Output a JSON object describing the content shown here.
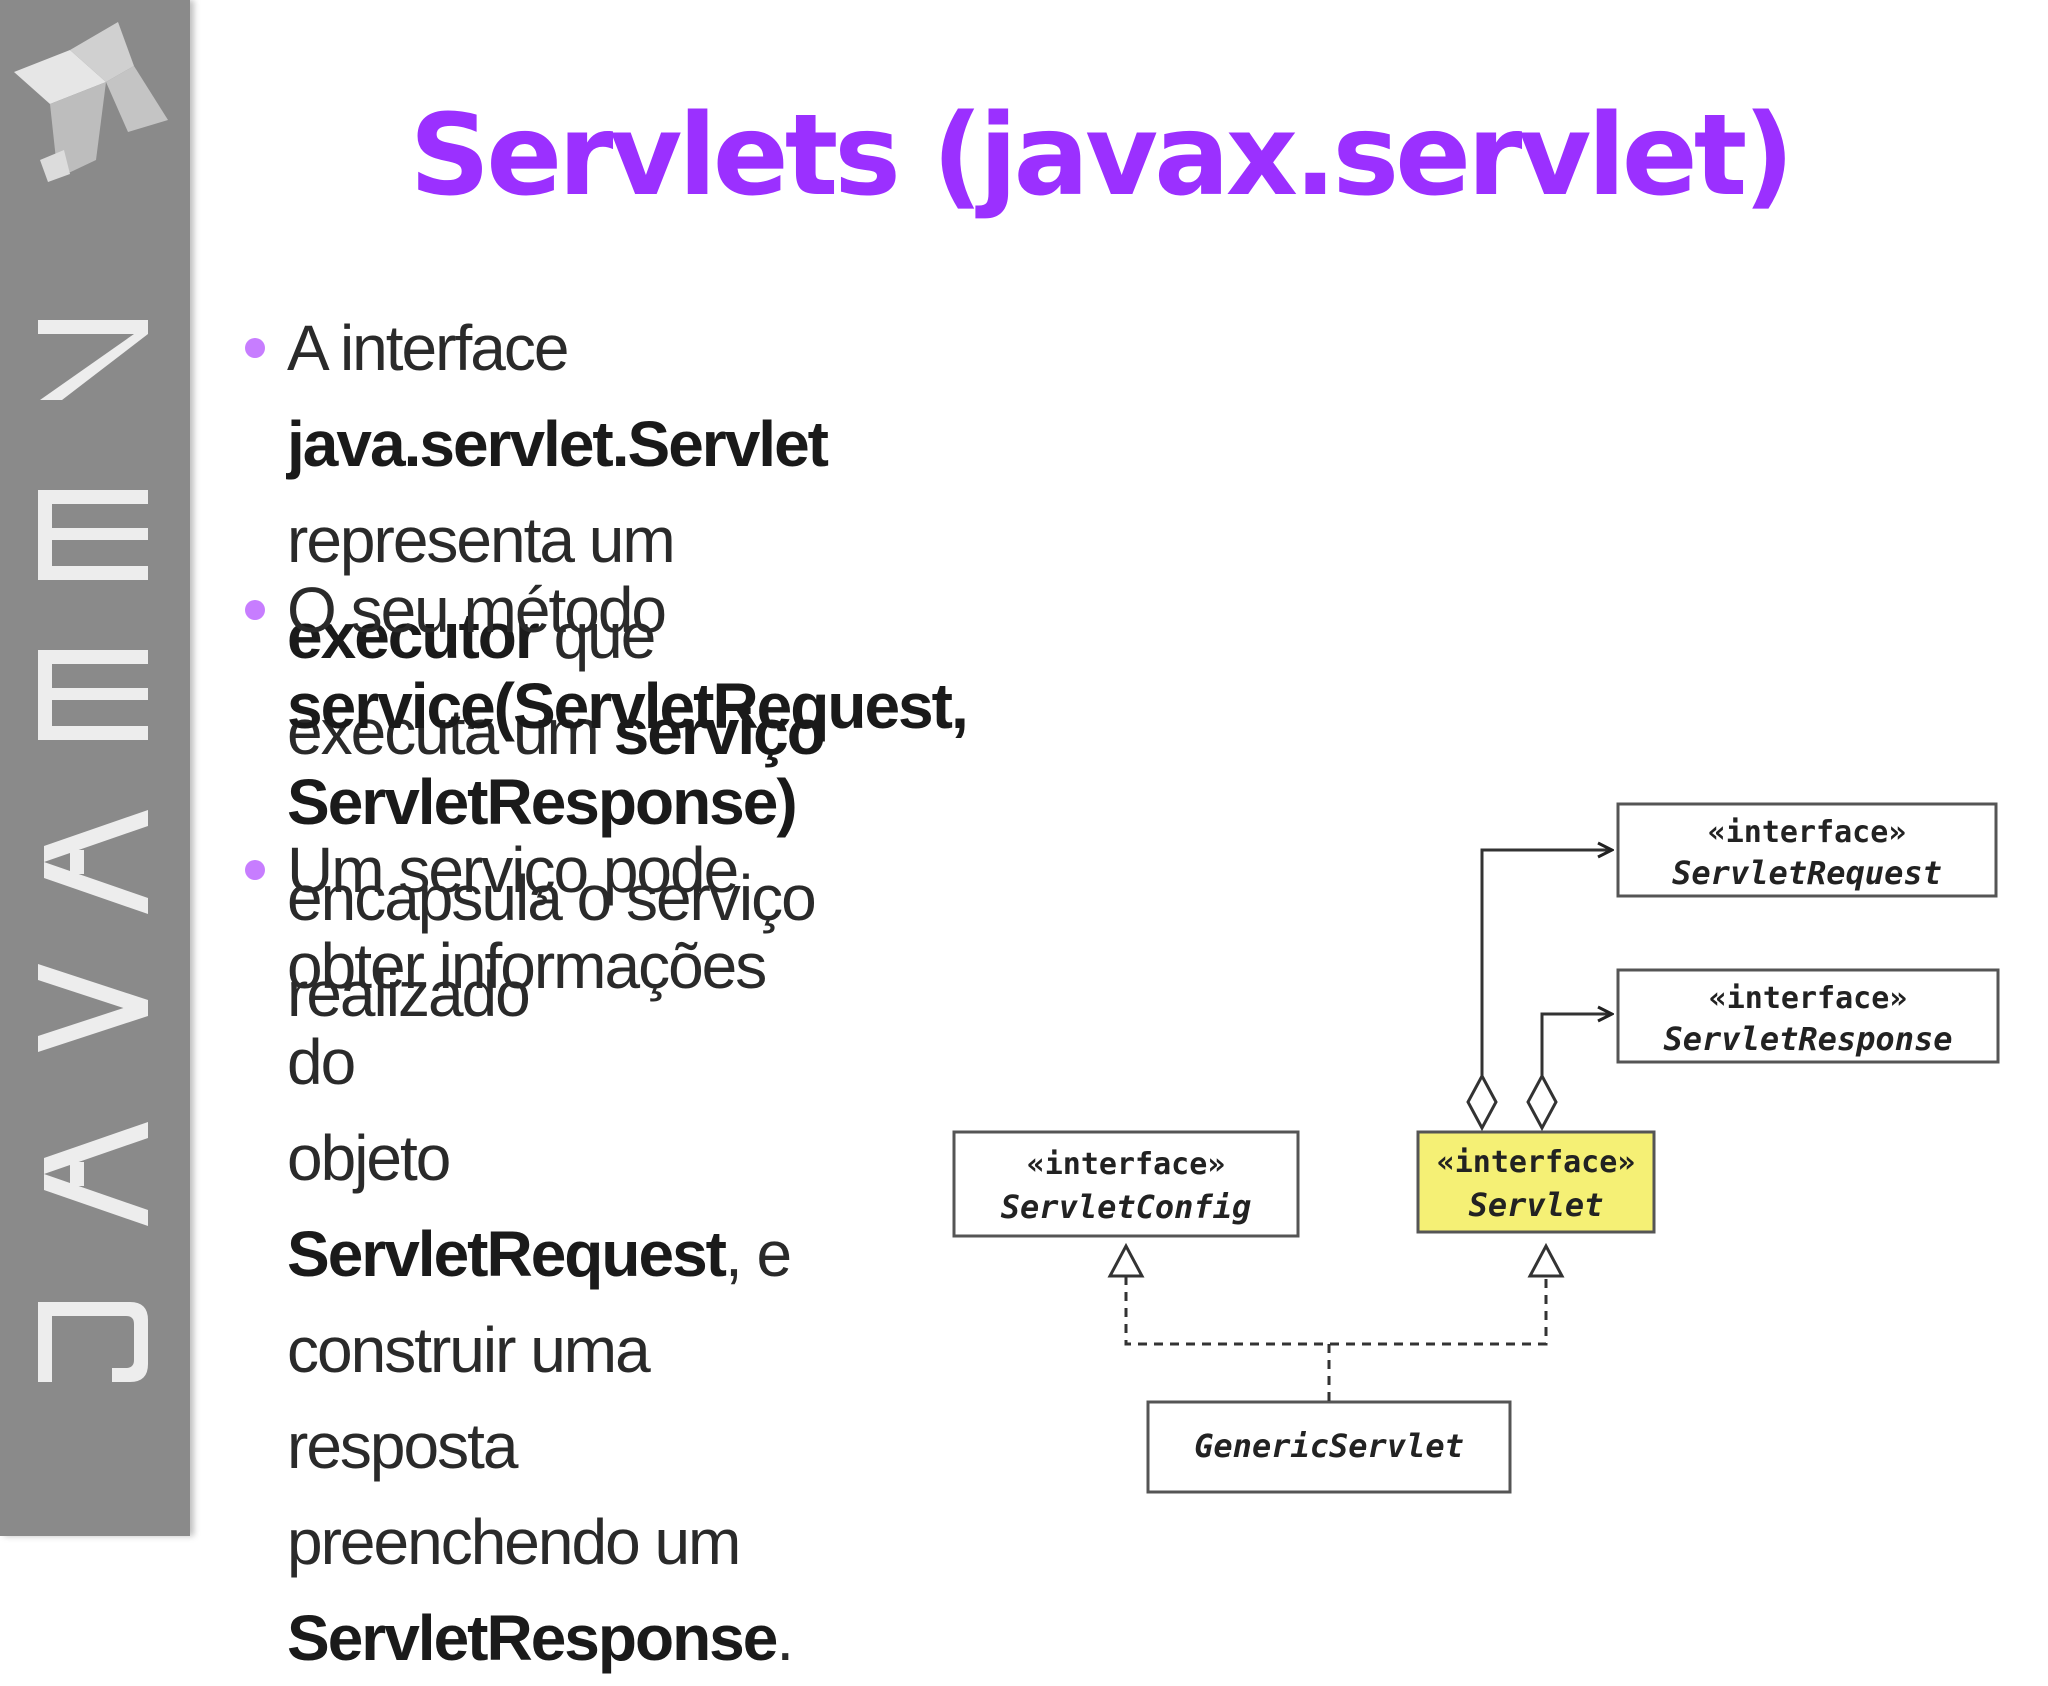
{
  "sidebar": {
    "brand_text": "JAVA EE 7",
    "letters": [
      "J",
      "A",
      "V",
      "A",
      "E",
      "E",
      "7"
    ]
  },
  "title": "Servlets (javax.servlet)",
  "bullets": [
    {
      "line1": [
        {
          "t": "A interface ",
          "b": false
        },
        {
          "t": "java.servlet.Servlet",
          "b": true
        },
        {
          "t": " representa um ",
          "b": false
        },
        {
          "t": "executor",
          "b": true
        },
        {
          "t": " que",
          "b": false
        }
      ],
      "line2": [
        {
          "t": "executa um ",
          "b": false
        },
        {
          "t": "serviço",
          "b": true
        }
      ]
    },
    {
      "line1": [
        {
          "t": "O seu método ",
          "b": false
        },
        {
          "t": "service(ServletRequest, ServletResponse)",
          "b": true
        }
      ],
      "line2": [
        {
          "t": "encapsula o serviço realizado",
          "b": false
        }
      ]
    },
    {
      "line1": [
        {
          "t": "Um serviço pode obter informações do",
          "b": false
        }
      ],
      "line2": [
        {
          "t": "objeto ",
          "b": false
        },
        {
          "t": "ServletRequest",
          "b": true
        },
        {
          "t": ", e construir uma",
          "b": false
        }
      ],
      "line3": [
        {
          "t": "resposta preenchendo um",
          "b": false
        }
      ],
      "line4": [
        {
          "t": "ServletResponse",
          "b": true
        },
        {
          "t": ".",
          "b": false
        }
      ]
    }
  ],
  "diagram": {
    "stereotype": "«interface»",
    "servlet_request": "ServletRequest",
    "servlet_response": "ServletResponse",
    "servlet_config": "ServletConfig",
    "servlet": "Servlet",
    "generic_servlet": "GenericServlet",
    "highlight_color": "#f5f075"
  }
}
